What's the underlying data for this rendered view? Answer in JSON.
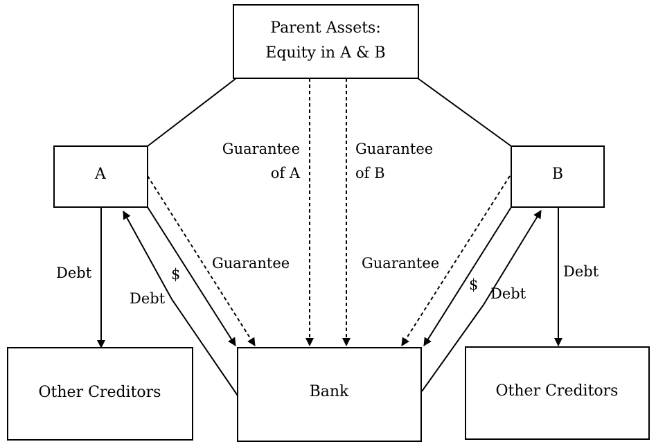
{
  "nodes": {
    "parent": {
      "line1": "Parent Assets:",
      "line2": "Equity in A & B"
    },
    "sub_a": {
      "label": "A"
    },
    "sub_b": {
      "label": "B"
    },
    "creditors_left": {
      "label": "Other Creditors"
    },
    "bank": {
      "label": "Bank"
    },
    "creditors_right": {
      "label": "Other Creditors"
    }
  },
  "edges": {
    "guarantee_of_a": {
      "line1": "Guarantee",
      "line2": "of A"
    },
    "guarantee_of_b": {
      "line1": "Guarantee",
      "line2": "of B"
    },
    "a_guarantee": {
      "label": "Guarantee"
    },
    "b_guarantee": {
      "label": "Guarantee"
    },
    "a_debt_creditors": {
      "label": "Debt"
    },
    "b_debt_creditors": {
      "label": "Debt"
    },
    "a_bank_money": {
      "label": "$"
    },
    "a_bank_debt": {
      "label": "Debt"
    },
    "b_bank_money": {
      "label": "$"
    },
    "b_bank_debt": {
      "label": "Debt"
    }
  }
}
